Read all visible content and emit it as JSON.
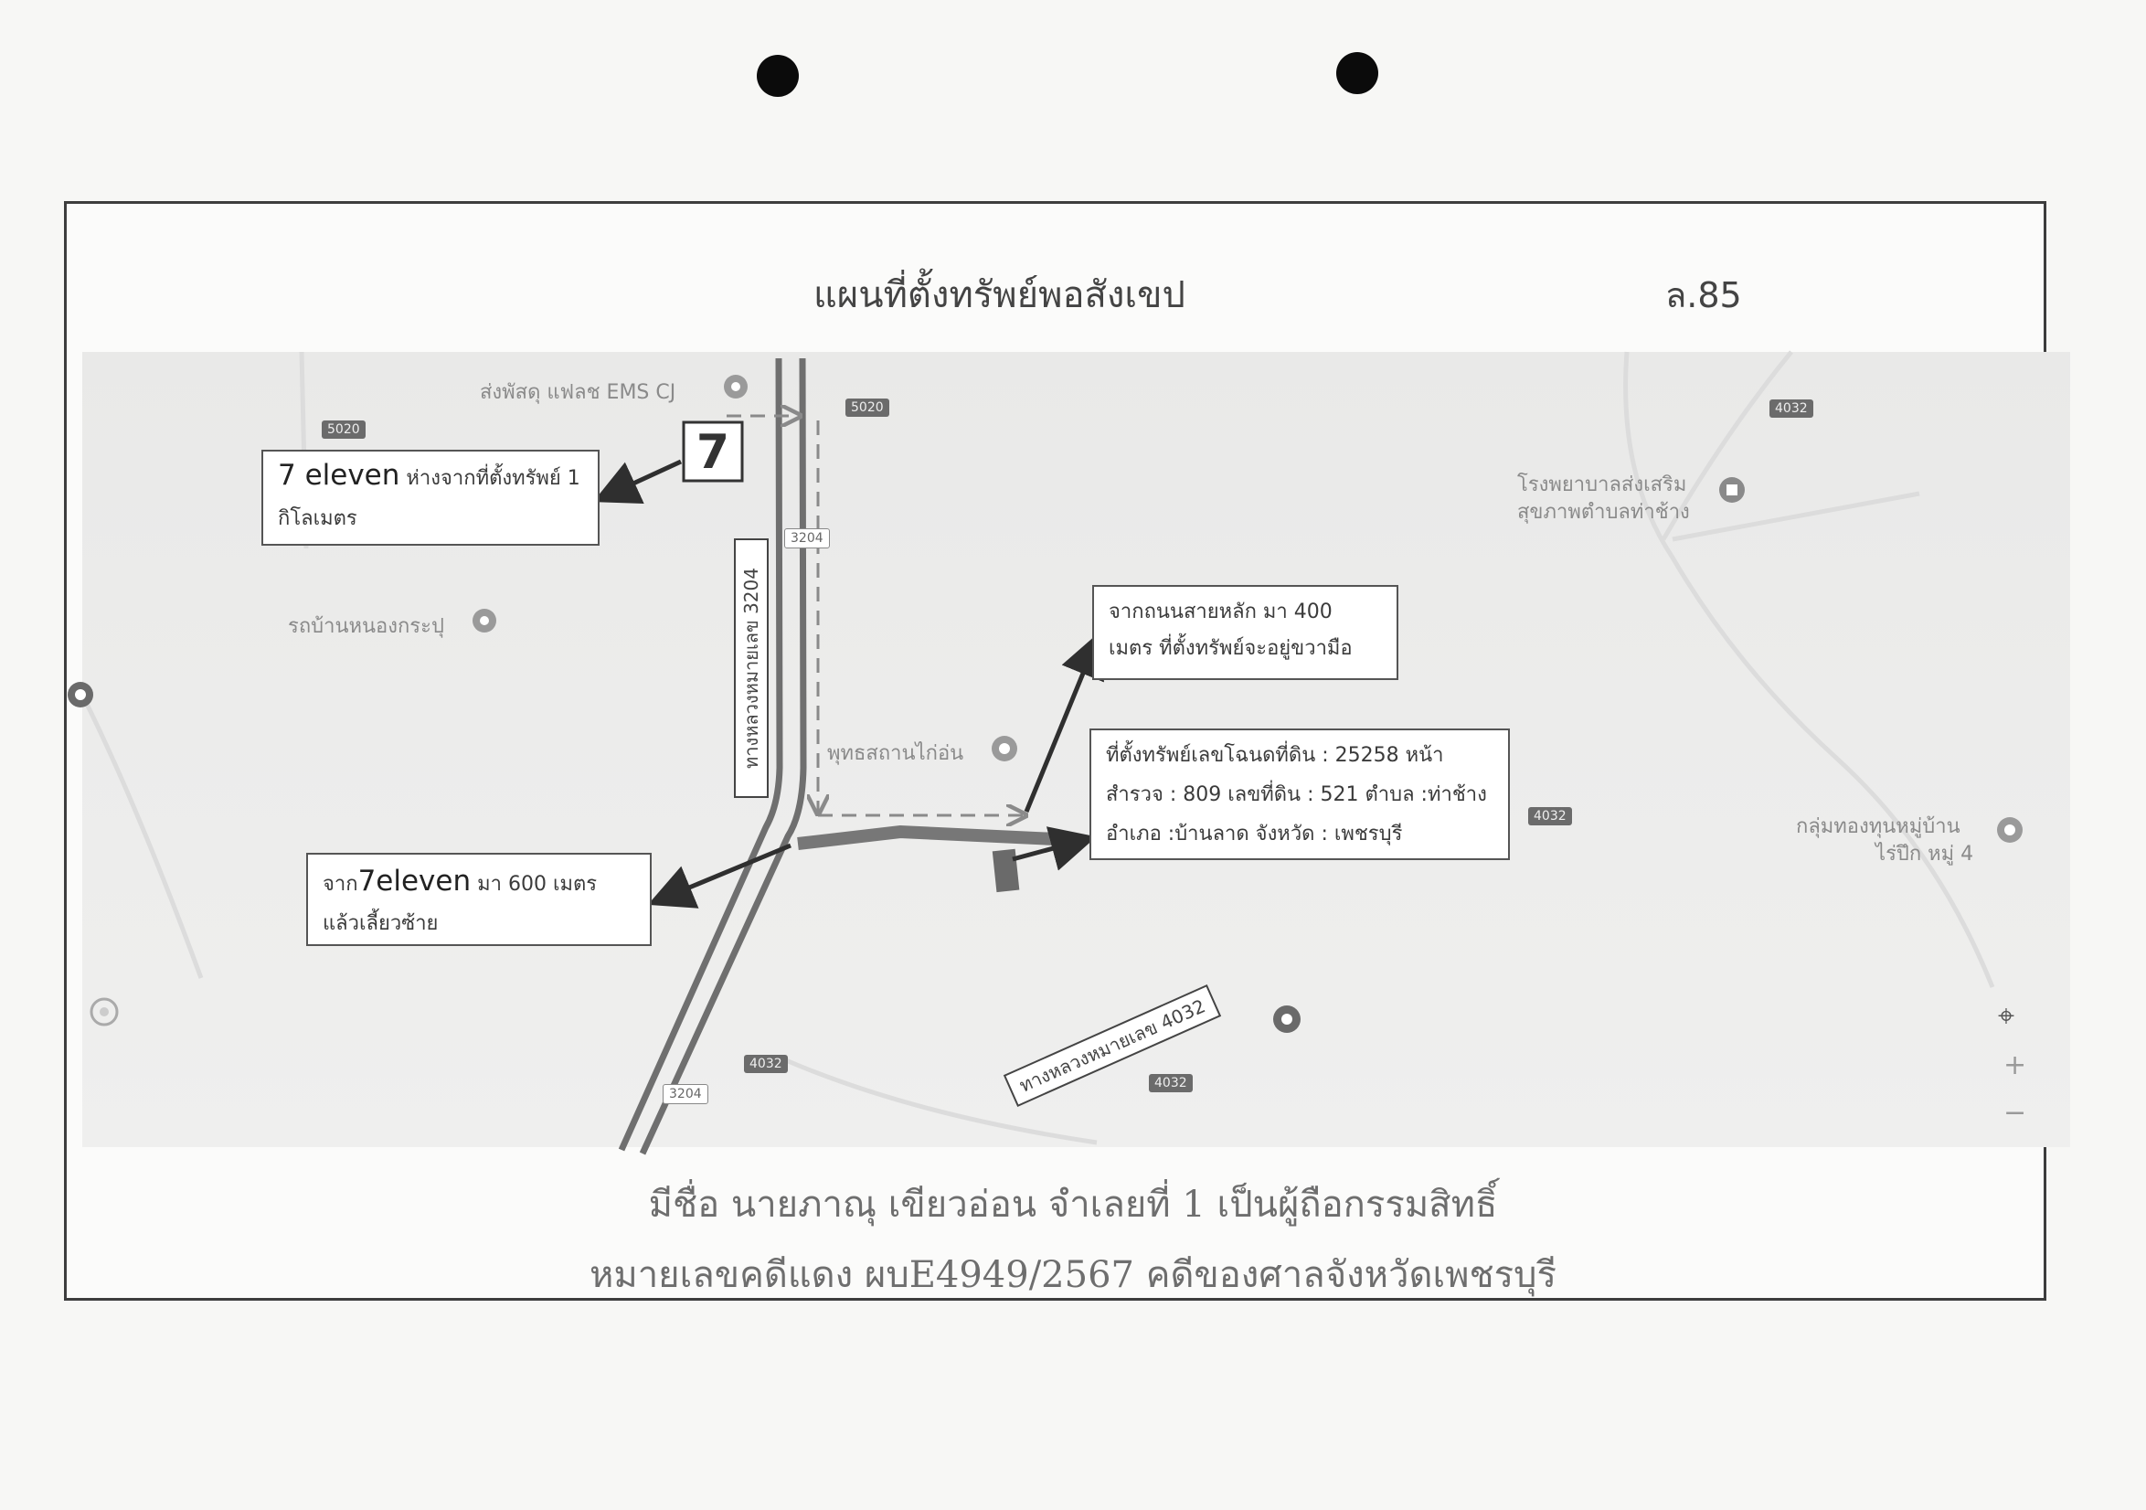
{
  "header": {
    "title": "แผนที่ตั้งทรัพย์พอสังเขป",
    "ref_code": "ล.85"
  },
  "map_labels": {
    "post_office": "ส่งพัสดุ แฟลช EMS CJ",
    "shop_left": "รถบ้านหนองกระปุ",
    "temple": "พุทธสถานไก่อ่น",
    "hospital_line1": "โรงพยาบาลส่งเสริม",
    "hospital_line2": "สุขภาพตำบลท่าช้าง",
    "village_line1": "กลุ่มทองทุนหมู่บ้าน",
    "village_line2": "ไร่ปึก หมู่ 4"
  },
  "road_shields": {
    "r5020_left": "5020",
    "r5020_top": "5020",
    "r4032_top_right": "4032",
    "r3204_mid": "3204",
    "r4032_mid_right": "4032",
    "r4032_bottom_left": "4032",
    "r3204_bottom": "3204",
    "r4032_bottom": "4032"
  },
  "road_labels": {
    "highway_3204": "ทางหลวงหมายเลข 3204",
    "highway_4032": "ทางหลวงหมายเลข 4032"
  },
  "callouts": {
    "seven_eleven": {
      "brand": "7 eleven",
      "text_line1": "ห่างจากที่ตั้งทรัพย์ 1",
      "text_line2": "กิโลเมตร"
    },
    "from_main_road": {
      "line1": "จากถนนสายหลัก มา 400",
      "line2": "เมตร ที่ตั้งทรัพย์จะอยู่ขวามือ"
    },
    "property_location": {
      "line1": "ที่ตั้งทรัพย์เลขโฉนดที่ดิน : 25258 หน้า",
      "line2": "สำรวจ : 809  เลขที่ดิน : 521 ตำบล :ท่าช้าง",
      "line3": "อำเภอ :บ้านลาด   จังหวัด : เพชรบุรี"
    },
    "from_seven_eleven": {
      "prefix": "จาก",
      "brand": "7eleven",
      "suffix": " มา 600 เมตร",
      "line2": "แล้วเลี้ยวซ้าย"
    }
  },
  "map_controls": {
    "locate_icon": "crosshair-icon",
    "zoom_in": "+",
    "zoom_out": "−"
  },
  "footer": {
    "owner_line": "มีชื่อ นายภาณุ เขียวอ่อน   จำเลยที่ 1    เป็นผู้ถือกรรมสิทธิ์",
    "case_line": "หมายเลขคดีแดง ผบE4949/2567 คดีของศาลจังหวัดเพชรบุรี"
  },
  "colors": {
    "road": "#6f6f6f",
    "dashed_route": "#8a8a8a",
    "arrow": "#2f2f2f",
    "property_mark": "#6a6a6a"
  }
}
